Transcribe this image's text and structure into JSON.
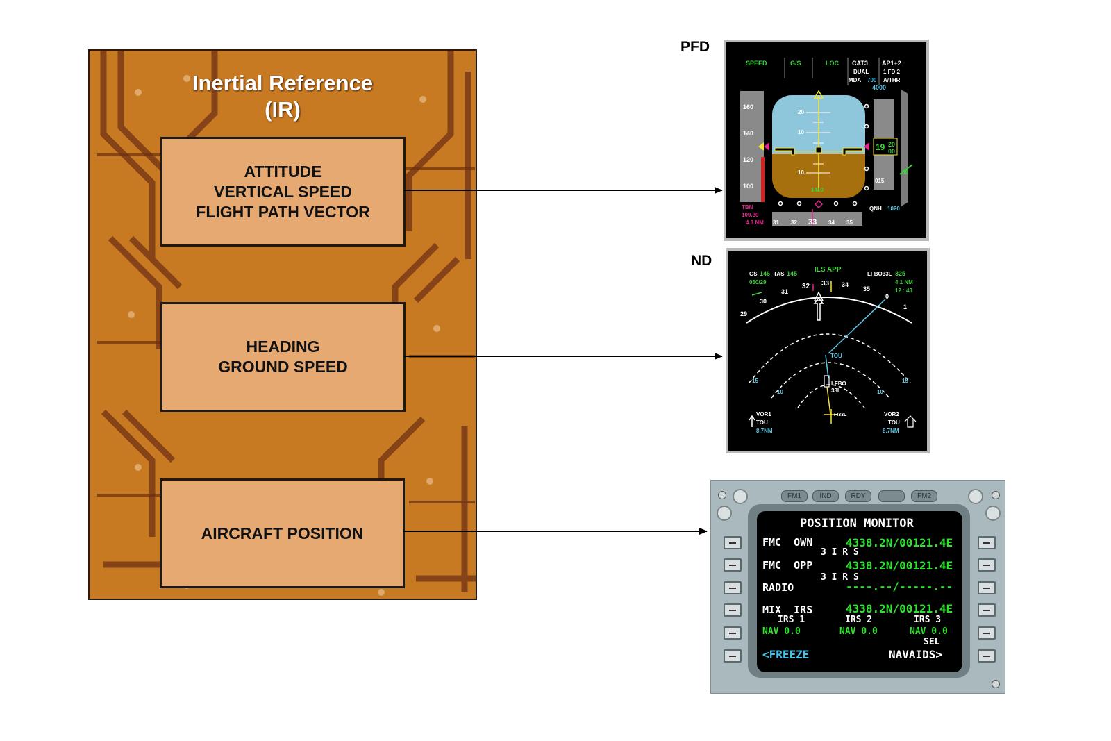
{
  "ir": {
    "title_line1": "Inertial Reference",
    "title_line2": "(IR)",
    "box1": [
      "ATTITUDE",
      "VERTICAL SPEED",
      "FLIGHT PATH VECTOR"
    ],
    "box2": [
      "HEADING",
      "GROUND SPEED"
    ],
    "box3": [
      "AIRCRAFT POSITION"
    ],
    "colors": {
      "board": "#c77a22",
      "box": "#e7a972"
    }
  },
  "labels": {
    "pfd": "PFD",
    "nd": "ND"
  },
  "pfd": {
    "fma": [
      "SPEED",
      "G/S",
      "LOC"
    ],
    "cat": [
      "CAT3",
      "DUAL"
    ],
    "mda_label": "MDA",
    "mda_value": "700",
    "ap": [
      "AP1+2",
      "1 FD 2",
      "A/THR"
    ],
    "sel_alt": "4000",
    "speed_ticks": [
      "160",
      "140",
      "120",
      "100"
    ],
    "pitch_marks": [
      "20",
      "10",
      "10"
    ],
    "alt_readout_a": "19",
    "alt_readout_b": "20",
    "alt_readout_c": "00",
    "alt_ticks": [
      "015"
    ],
    "vs_mark": "08",
    "radio_alt": "1410",
    "ils_id": "TBN",
    "ils_freq": "109.30",
    "ils_dist": "4.3 NM",
    "qnh_label": "QNH",
    "qnh_value": "1020",
    "heading_ticks": [
      "31",
      "32",
      "33",
      "34",
      "35"
    ]
  },
  "nd": {
    "gs_label": "GS",
    "gs_value": "146",
    "tas_label": "TAS",
    "tas_value": "145",
    "wind": "060/29",
    "mode": "ILS APP",
    "wpt": "LFBO33L",
    "wpt_brg": "325",
    "wpt_dist": "4.1 NM",
    "wpt_time": "12 : 43",
    "compass": [
      "29",
      "30",
      "31",
      "32",
      "33",
      "34",
      "35",
      "0",
      "1"
    ],
    "ranges_left": [
      "15",
      "10"
    ],
    "ranges_right": [
      "15",
      "10"
    ],
    "fix_tou": "TOU",
    "rwy_line1": "LFBO",
    "rwy_line2": "33L",
    "fix_fi": "FI33L",
    "vor1": [
      "VOR1",
      "TOU",
      "8.7NM"
    ],
    "vor2": [
      "VOR2",
      "TOU",
      "8.7NM"
    ]
  },
  "mcdu": {
    "top_keys": [
      "FM1",
      "IND",
      "RDY",
      "",
      "FM2"
    ],
    "title": "POSITION MONITOR",
    "rows": [
      {
        "label": "FMC  OWN",
        "value": "4338.2N/00121.4E"
      },
      {
        "sub": "3 I R S"
      },
      {
        "label": "FMC  OPP",
        "value": "4338.2N/00121.4E"
      },
      {
        "sub": "3 I R S"
      },
      {
        "label": "RADIO",
        "value": "----.--/-----.--"
      },
      {
        "label": "MIX  IRS",
        "value": "4338.2N/00121.4E"
      }
    ],
    "irs_headers": [
      "IRS 1",
      "IRS 2",
      "IRS 3"
    ],
    "irs_values": [
      "NAV 0.0",
      "NAV 0.0",
      "NAV 0.0"
    ],
    "sel": "SEL",
    "freeze": "<FREEZE",
    "navaids": "NAVAIDS>"
  }
}
